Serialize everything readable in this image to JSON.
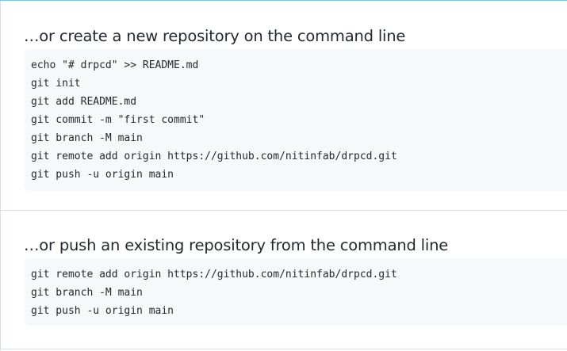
{
  "sections": [
    {
      "title": "…or create a new repository on the command line",
      "lines": [
        "echo \"# drpcd\" >> README.md",
        "git init",
        "git add README.md",
        "git commit -m \"first commit\"",
        "git branch -M main",
        "git remote add origin https://github.com/nitinfab/drpcd.git",
        "git push -u origin main"
      ]
    },
    {
      "title": "…or push an existing repository from the command line",
      "lines": [
        "git remote add origin https://github.com/nitinfab/drpcd.git",
        "git branch -M main",
        "git push -u origin main"
      ]
    }
  ],
  "colors": {
    "text": "#24292f",
    "code_background": "#f6f8fa",
    "border": "#d8dee4",
    "accent": "#7ec3ea"
  }
}
